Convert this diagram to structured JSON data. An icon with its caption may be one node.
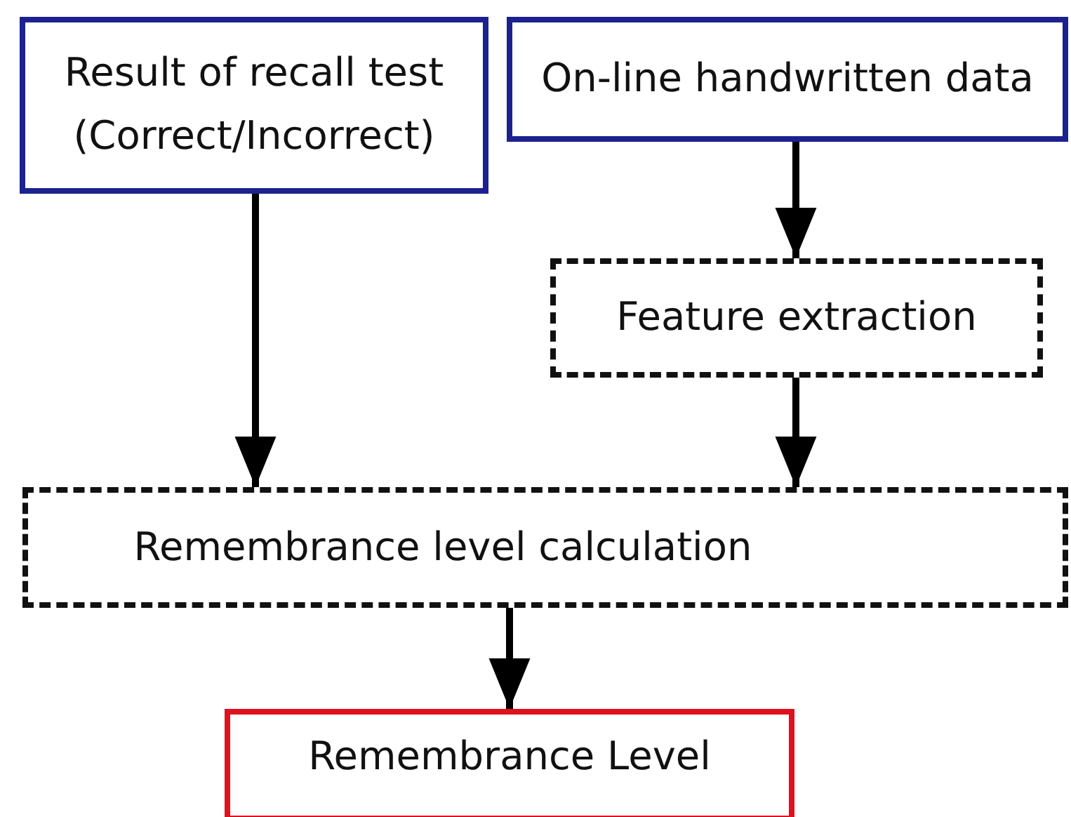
{
  "diagram": {
    "nodes": [
      {
        "text": [
          "Result of recall test (Correct/Incorrect)"
        ]
      },
      {
        "text": [
          "On-line handwritten data"
        ]
      },
      {
        "text": [
          "Feature extraction"
        ]
      },
      {
        "text": [
          "Remembrance level calculation"
        ]
      },
      {
        "text": [
          "Remembrance Level"
        ]
      }
    ],
    "edges": [
      {
        "from": 0,
        "to": 3,
        "arrow": "to"
      },
      {
        "from": 1,
        "to": 2,
        "arrow": "to"
      },
      {
        "from": 2,
        "to": 3,
        "arrow": "to"
      },
      {
        "from": 3,
        "to": 4,
        "arrow": "to"
      }
    ]
  }
}
